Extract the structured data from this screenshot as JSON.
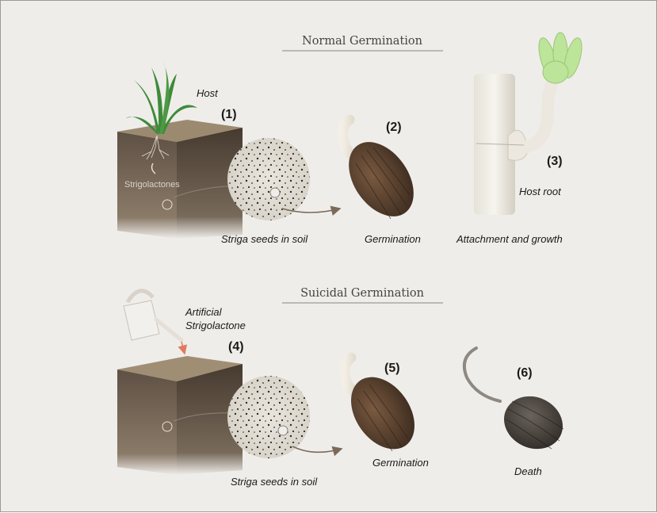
{
  "sections": {
    "normal": {
      "title": "Normal Germination"
    },
    "suicidal": {
      "title": "Suicidal Germination"
    }
  },
  "labels": {
    "host": "Host",
    "strigolactones": "Strigolactones",
    "seeds_in_soil_1": "Striga seeds in soil",
    "germination_1": "Germination",
    "host_root": "Host root",
    "attachment": "Attachment and growth",
    "artificial_line1": "Artificial",
    "artificial_line2": "Strigolactone",
    "seeds_in_soil_2": "Striga seeds in soil",
    "germination_2": "Germination",
    "death": "Death"
  },
  "steps": {
    "s1": "(1)",
    "s2": "(2)",
    "s3": "(3)",
    "s4": "(4)",
    "s5": "(5)",
    "s6": "(6)"
  },
  "colors": {
    "background": "#efedea",
    "soil_dark": "#5b4d40",
    "soil_top": "#8a7760",
    "seed_brown": "#5a4030",
    "plant_green": "#3f8a3a",
    "shoot_green": "#bde59a",
    "arrow": "#7a6a5a",
    "watering_arrow": "#e07a5f"
  }
}
